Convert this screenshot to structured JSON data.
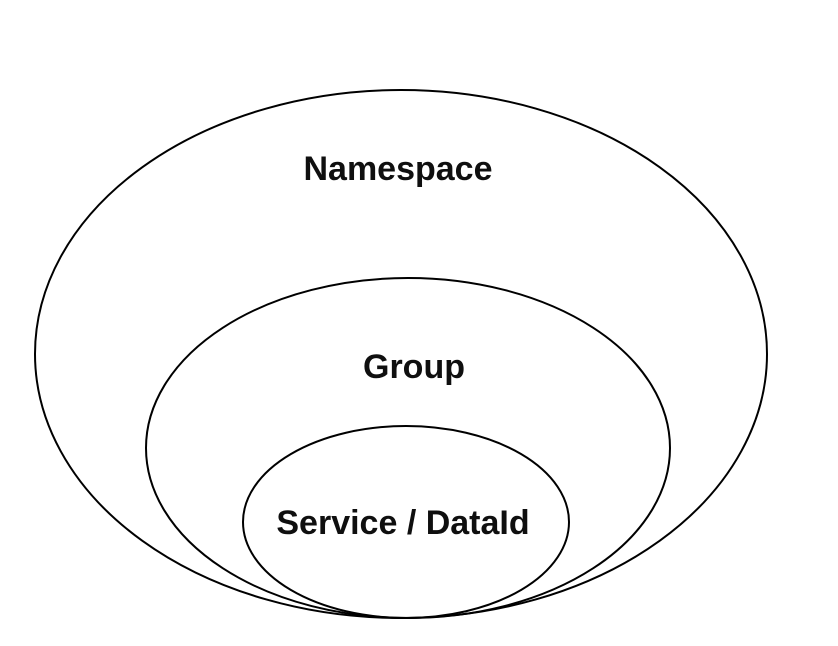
{
  "diagram": {
    "type": "nested-ellipses",
    "background_color": "#ffffff",
    "stroke_color": "#000000",
    "text_color": "#0f0f0f",
    "levels": [
      {
        "id": "namespace",
        "label": "Namespace"
      },
      {
        "id": "group",
        "label": "Group"
      },
      {
        "id": "service-dataid",
        "label": "Service / DataId"
      }
    ]
  }
}
